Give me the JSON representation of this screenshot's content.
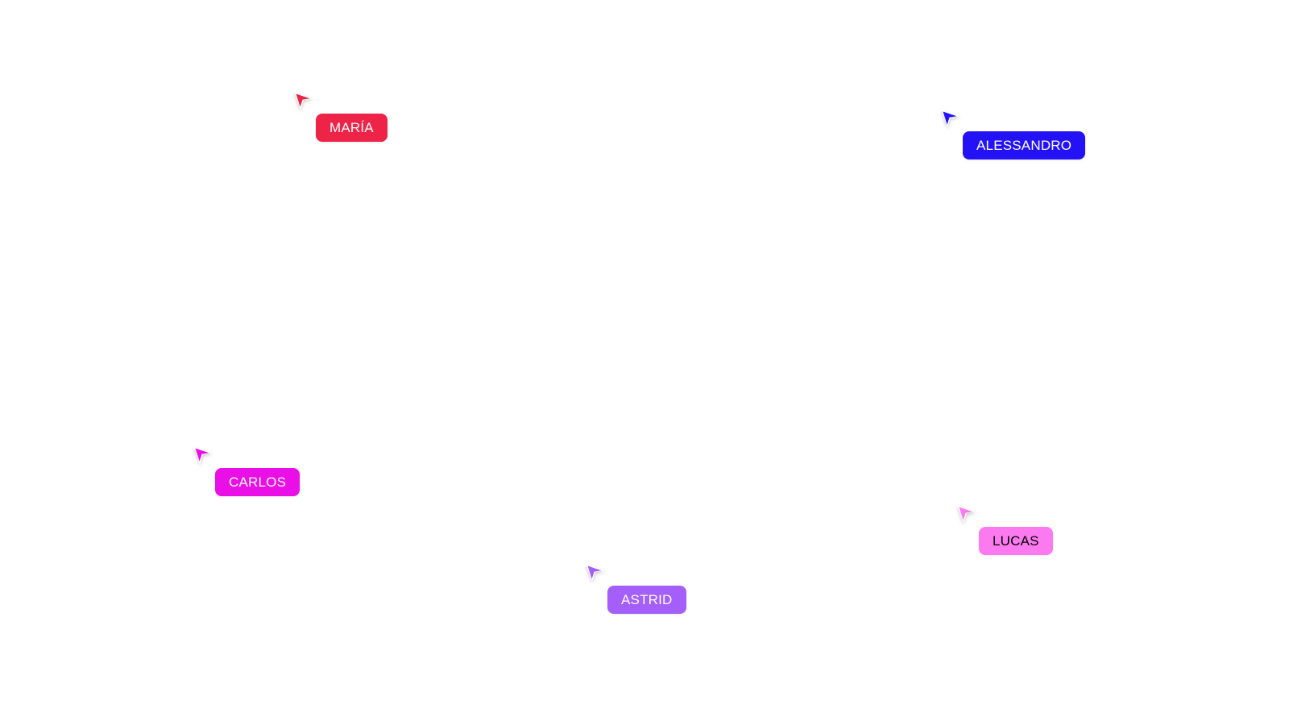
{
  "cursors": [
    {
      "id": "maria",
      "name": "MARÍA",
      "color": "#EE2348",
      "text_color": "#FFFFFF"
    },
    {
      "id": "alessandro",
      "name": "ALESSANDRO",
      "color": "#2212F5",
      "text_color": "#FFFFFF"
    },
    {
      "id": "carlos",
      "name": "CARLOS",
      "color": "#E90FE6",
      "text_color": "#FFFFFF"
    },
    {
      "id": "lucas",
      "name": "LUCAS",
      "color": "#FC7AF0",
      "text_color": "#000000"
    },
    {
      "id": "astrid",
      "name": "ASTRID",
      "color": "#A45EF9",
      "text_color": "#FFFFFF"
    }
  ],
  "icon": "arrow-pointer-icon"
}
